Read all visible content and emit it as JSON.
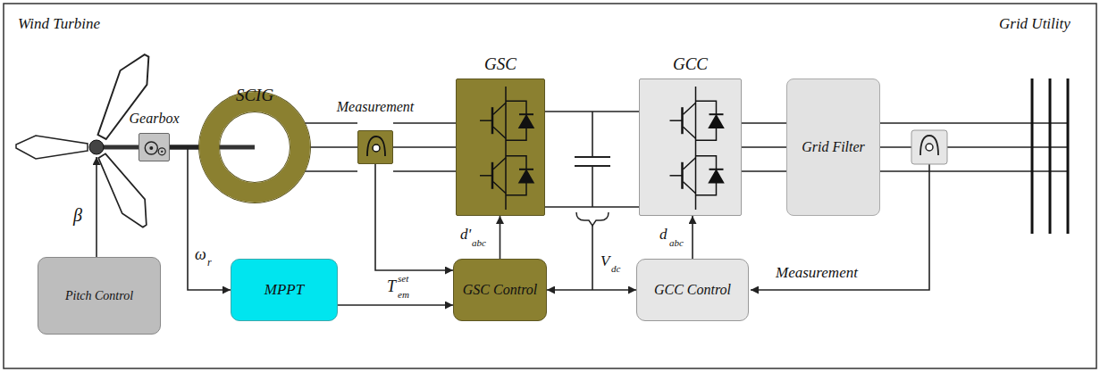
{
  "diagram": {
    "nodes": [
      {
        "text": [
          "Gearbox"
        ]
      },
      {
        "text": [
          "SCIG"
        ]
      },
      {
        "text": [
          "Measurement"
        ]
      },
      {
        "text": [
          "GSC"
        ]
      },
      {
        "text": [
          "GCC"
        ]
      },
      {
        "text": [
          "Grid Filter"
        ]
      },
      {
        "text": [
          "Pitch Control"
        ]
      },
      {
        "text": [
          "MPPT"
        ]
      },
      {
        "text": [
          "GSC Control"
        ]
      },
      {
        "text": [
          "GCC Control"
        ]
      }
    ],
    "edges": [
      {
        "from": 0,
        "to": 1,
        "arrow": "none"
      },
      {
        "from": 1,
        "to": 2,
        "arrow": "none"
      },
      {
        "from": 2,
        "to": 3,
        "arrow": "none"
      },
      {
        "from": 3,
        "to": 4,
        "arrow": "none"
      },
      {
        "from": 4,
        "to": 5,
        "arrow": "none"
      },
      {
        "from": 0,
        "to": 7,
        "arrow": "to"
      },
      {
        "from": 7,
        "to": 8,
        "arrow": "to"
      },
      {
        "from": 2,
        "to": 8,
        "arrow": "to"
      },
      {
        "from": 8,
        "to": 3,
        "arrow": "to"
      },
      {
        "from": 9,
        "to": 4,
        "arrow": "to"
      },
      {
        "from": 8,
        "to": 9,
        "arrow": "both"
      }
    ],
    "labels": [
      "Wind Turbine",
      "β",
      "ω",
      "r",
      "T",
      "set",
      "em",
      "d'",
      "abc",
      "V",
      "dc",
      "d",
      "abc",
      "Measurement",
      "Grid Utility"
    ]
  }
}
